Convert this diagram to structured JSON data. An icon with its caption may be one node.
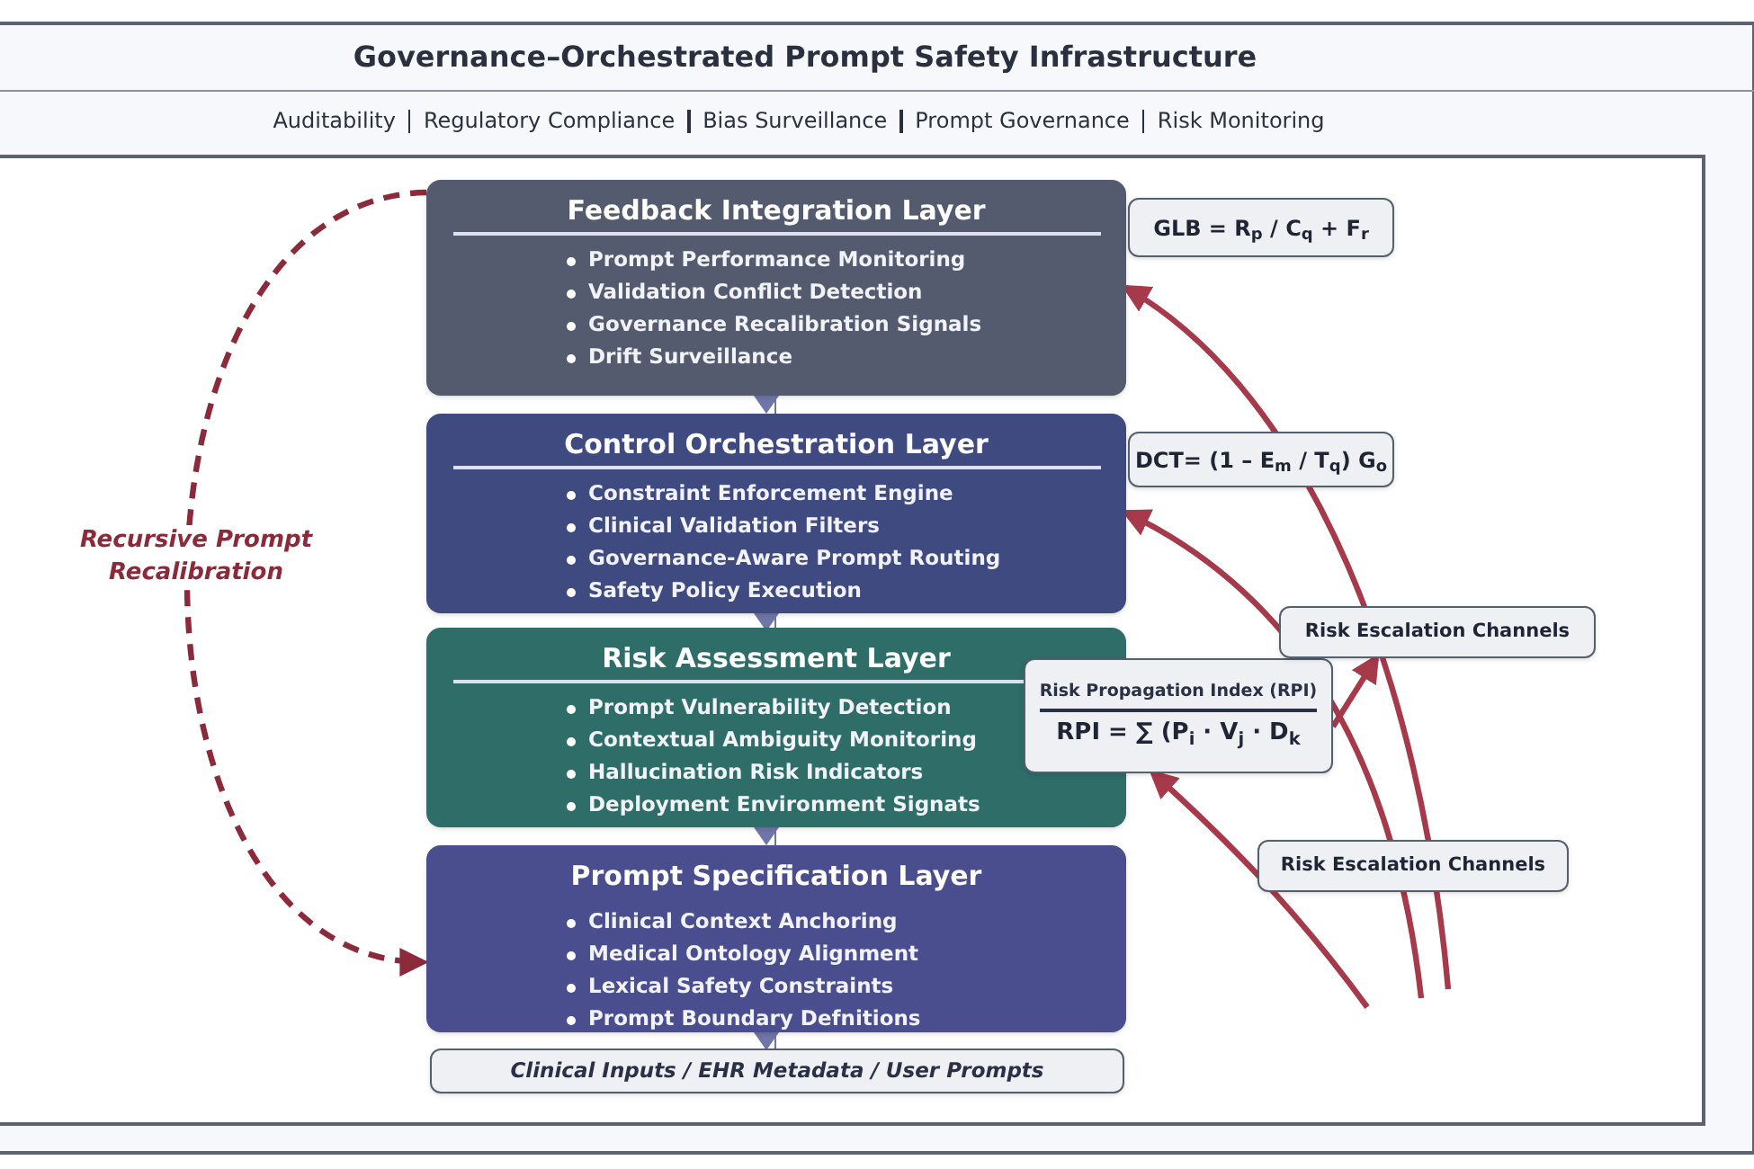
{
  "diagram": {
    "title": "Governance–Orchestrated Prompt Safety Infrastructure",
    "nodes": [
      {
        "text": [
          "Feedback Integration Layer",
          "Prompt Performance Monitoring",
          "Validation Conflict Detection",
          "Governance Recalibration Signals",
          "Drift Surveillance"
        ]
      },
      {
        "text": [
          "Control Orchestration Layer",
          "Constraint Enforcement Engine",
          "Clinical Validation Filters",
          "Governance-Aware Prompt Routing",
          "Safety Policy Execution"
        ]
      },
      {
        "text": [
          "Risk Assessment Layer",
          "Prompt Vulnerability Detection",
          "Contextual Ambiguity Monitoring",
          "Hallucination Risk Indicators",
          "Deployment Environment Signats"
        ]
      },
      {
        "text": [
          "Prompt Specification Layer",
          "Clinical Context Anchoring",
          "Medical Ontology Alignment",
          "Lexical Safety Constraints",
          "Prompt Boundary Defnitions"
        ]
      },
      {
        "text": [
          "Clinical Inputs / EHR Metadata / User Prompts"
        ]
      },
      {
        "text": [
          "GLB = R$_{p}$ / C$_{q}$ + F$_{r}$"
        ]
      },
      {
        "text": [
          "DCT= (1 – E$_{m}$ / T$_{q}$) G$_{o}$"
        ]
      },
      {
        "text": [
          "Risk Propagation Index (RPI)",
          "RPI = ∑ (P$_{i}$ · V$_{j}$ · D$_{k}$"
        ]
      },
      {
        "text": [
          "Risk Escalation Channels"
        ]
      },
      {
        "text": [
          "Risk Escalation Channels"
        ]
      }
    ],
    "edges": [
      {
        "from": 4,
        "to": 3,
        "arrow": "other",
        "color": "#6f76a8"
      },
      {
        "from": 3,
        "to": 2,
        "arrow": "other",
        "color": "#6f76a8"
      },
      {
        "from": 2,
        "to": 1,
        "arrow": "other",
        "color": "#6f76a8"
      },
      {
        "from": 1,
        "to": 0,
        "arrow": "other",
        "color": "#6f76a8"
      },
      {
        "from": 0,
        "to": 3,
        "arrow": "to",
        "style": "dashed",
        "color": "#8b2a3a",
        "label": "Recursive Prompt Recalibration"
      },
      {
        "from": null,
        "to": 0,
        "arrow": "to",
        "color": "#a63a4a"
      },
      {
        "from": null,
        "to": 1,
        "arrow": "to",
        "color": "#a63a4a"
      },
      {
        "from": null,
        "to": 7,
        "arrow": "to",
        "color": "#a63a4a"
      },
      {
        "from": 7,
        "to": 8,
        "arrow": "to",
        "color": "#a63a4a"
      }
    ],
    "labels": [
      "Auditability",
      "Regulatory Compliance",
      "Bias Surveillance",
      "Prompt Governance",
      "Risk Monitoring"
    ]
  }
}
